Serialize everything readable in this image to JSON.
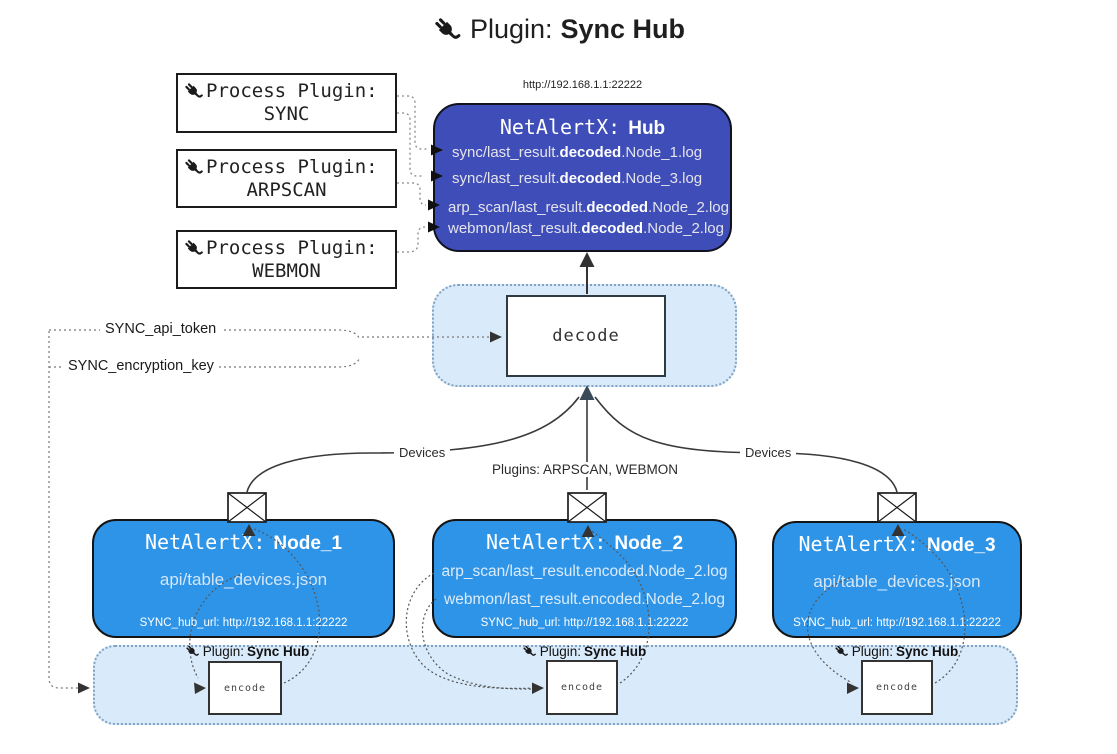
{
  "title": {
    "prefix": "Plugin:",
    "name": "Sync Hub"
  },
  "process_plugins": [
    {
      "label": "Process Plugin:",
      "name": "SYNC"
    },
    {
      "label": "Process Plugin:",
      "name": "ARPSCAN"
    },
    {
      "label": "Process Plugin:",
      "name": "WEBMON"
    }
  ],
  "hub": {
    "url": "http://192.168.1.1:22222",
    "title_prefix": "NetAlertX:",
    "title_name": "Hub",
    "logs": [
      {
        "pre": "sync/last_result.",
        "mid": "decoded",
        "post": ".Node_1.log"
      },
      {
        "pre": "sync/last_result.",
        "mid": "decoded",
        "post": ".Node_3.log"
      },
      {
        "pre": "arp_scan/last_result.",
        "mid": "decoded",
        "post": ".Node_2.log"
      },
      {
        "pre": "webmon/last_result.",
        "mid": "decoded",
        "post": ".Node_2.log"
      }
    ]
  },
  "decode_box": {
    "label": "decode"
  },
  "secrets": {
    "api_token": "SYNC_api_token",
    "encryption_key": "SYNC_encryption_key"
  },
  "edge_labels": {
    "left": "Devices",
    "middle": "Plugins: ARPSCAN, WEBMON",
    "right": "Devices"
  },
  "nodes": [
    {
      "title_prefix": "NetAlertX:",
      "title_name": "Node_1",
      "lines": [
        "api/table_devices.json"
      ],
      "hub_url": "SYNC_hub_url: http://192.168.1.1:22222"
    },
    {
      "title_prefix": "NetAlertX:",
      "title_name": "Node_2",
      "lines": [
        "arp_scan/last_result.encoded.Node_2.log",
        "webmon/last_result.encoded.Node_2.log"
      ],
      "hub_url": "SYNC_hub_url: http://192.168.1.1:22222"
    },
    {
      "title_prefix": "NetAlertX:",
      "title_name": "Node_3",
      "lines": [
        "api/table_devices.json"
      ],
      "hub_url": "SYNC_hub_url: http://192.168.1.1:22222"
    }
  ],
  "encoders": [
    {
      "label_prefix": "Plugin:",
      "label_name": "Sync Hub",
      "box_label": "encode"
    },
    {
      "label_prefix": "Plugin:",
      "label_name": "Sync Hub",
      "box_label": "encode"
    },
    {
      "label_prefix": "Plugin:",
      "label_name": "Sync Hub",
      "box_label": "encode"
    }
  ],
  "icons": {
    "plug": "plug-icon",
    "envelope": "envelope-icon"
  },
  "colors": {
    "hub_bg": "#3f4db8",
    "node_bg": "#2e94e8",
    "band_bg": "#d9eafb",
    "band_border": "#7fa3c0"
  }
}
